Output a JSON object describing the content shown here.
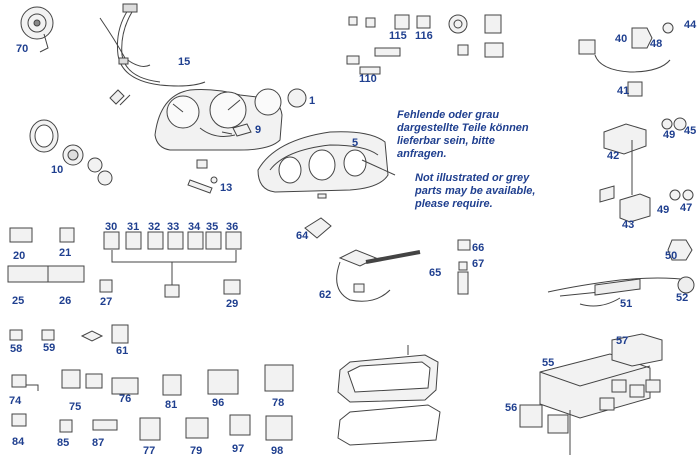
{
  "notes": {
    "german": [
      "Fehlende oder grau",
      "dargestellte Teile können",
      "lieferbar sein, bitte",
      "anfragen."
    ],
    "english": [
      "Not illustrated or grey",
      "parts may be available,",
      "please require."
    ]
  },
  "part_numbers": [
    "1",
    "5",
    "9",
    "10",
    "13",
    "15",
    "20",
    "21",
    "25",
    "26",
    "27",
    "29",
    "30",
    "31",
    "32",
    "33",
    "34",
    "35",
    "36",
    "40",
    "41",
    "42",
    "43",
    "44",
    "45",
    "47",
    "48",
    "49",
    "49",
    "50",
    "51",
    "52",
    "55",
    "56",
    "57",
    "58",
    "59",
    "61",
    "62",
    "64",
    "65",
    "66",
    "67",
    "70",
    "74",
    "75",
    "76",
    "77",
    "78",
    "79",
    "81",
    "84",
    "85",
    "87",
    "96",
    "97",
    "98",
    "110",
    "115",
    "116"
  ],
  "colors": {
    "label": "#1f3f8f",
    "line": "#444444",
    "part_fill": "#f2f2f2"
  }
}
